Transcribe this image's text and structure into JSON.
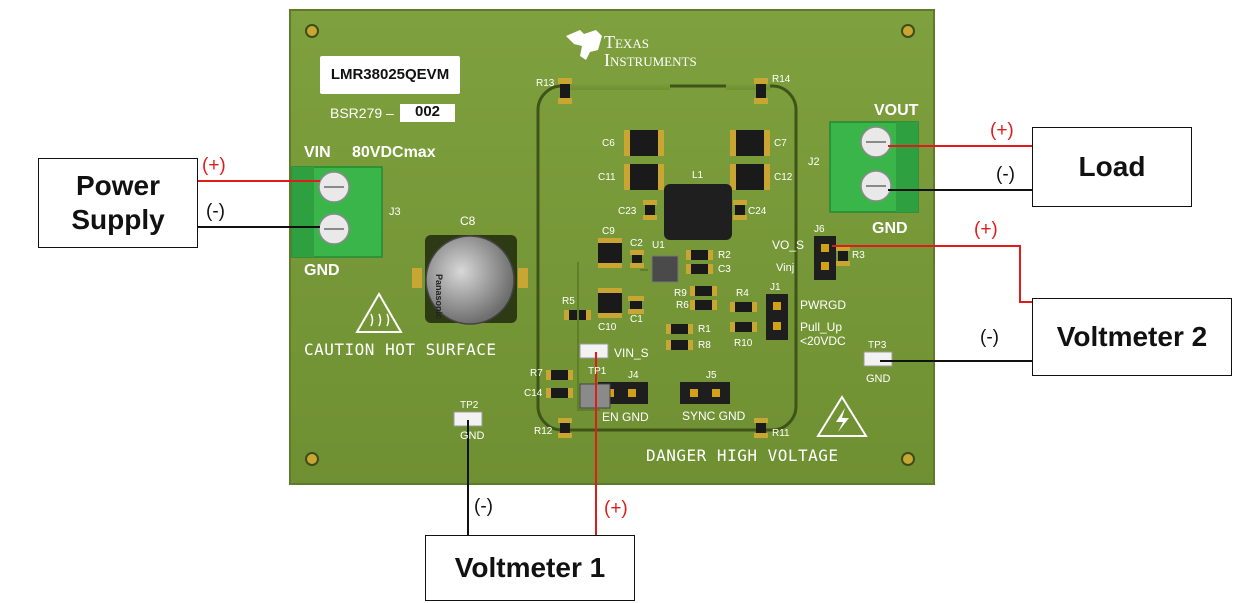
{
  "board": {
    "model": "LMR38025QEVM",
    "revision_prefix": "BSR279 –",
    "revision": "002",
    "brand_line1": "Texas",
    "brand_line2": "Instruments",
    "vin_label": "VIN",
    "vin_rating": "80VDCmax",
    "vin_gnd": "GND",
    "j3": "J3",
    "j2": "J2",
    "vout_label": "VOUT",
    "vout_gnd": "GND",
    "caution": "CAUTION HOT SURFACE",
    "danger": "DANGER HIGH VOLTAGE",
    "cap_brand": "Panasonic",
    "vin_s": "VIN_S",
    "vo_s": "VO_S",
    "vinj": "Vinj",
    "pwrgd": "PWRGD",
    "pullup1": "Pull_Up",
    "pullup2": "<20VDC",
    "j4_labels": "EN GND",
    "j5_labels": "SYNC GND",
    "tp2_gnd": "GND",
    "tp3_gnd": "GND",
    "refdes": {
      "r13": "R13",
      "r14": "R14",
      "c6": "C6",
      "c7": "C7",
      "c11": "C11",
      "c12": "C12",
      "l1": "L1",
      "c23": "C23",
      "c24": "C24",
      "c8": "C8",
      "c9": "C9",
      "c2": "C2",
      "u1": "U1",
      "r2": "R2",
      "c3": "C3",
      "r9": "R9",
      "r6": "R6",
      "r5": "R5",
      "c10": "C10",
      "c1": "C1",
      "r1": "R1",
      "r8": "R8",
      "r4": "R4",
      "j1": "J1",
      "r10": "R10",
      "j6": "J6",
      "r3": "R3",
      "r7": "R7",
      "c14": "C14",
      "tp1": "TP1",
      "j4": "J4",
      "j5": "J5",
      "tp2": "TP2",
      "tp3": "TP3",
      "r12": "R12",
      "r11": "R11"
    }
  },
  "boxes": {
    "power_supply_1": "Power",
    "power_supply_2": "Supply",
    "load": "Load",
    "voltmeter_2": "Voltmeter 2",
    "voltmeter_1": "Voltmeter 1"
  },
  "polarity": {
    "ps_pos": "(+)",
    "ps_neg": "(-)",
    "load_pos": "(+)",
    "load_neg": "(-)",
    "vm2_pos": "(+)",
    "vm2_neg": "(-)",
    "vm1_pos": "(+)",
    "vm1_neg": "(-)"
  },
  "colors": {
    "board": "#7a9a3a",
    "terminal": "#3ab54a",
    "positive_wire": "#e01b1b",
    "negative_wire": "#111111"
  }
}
